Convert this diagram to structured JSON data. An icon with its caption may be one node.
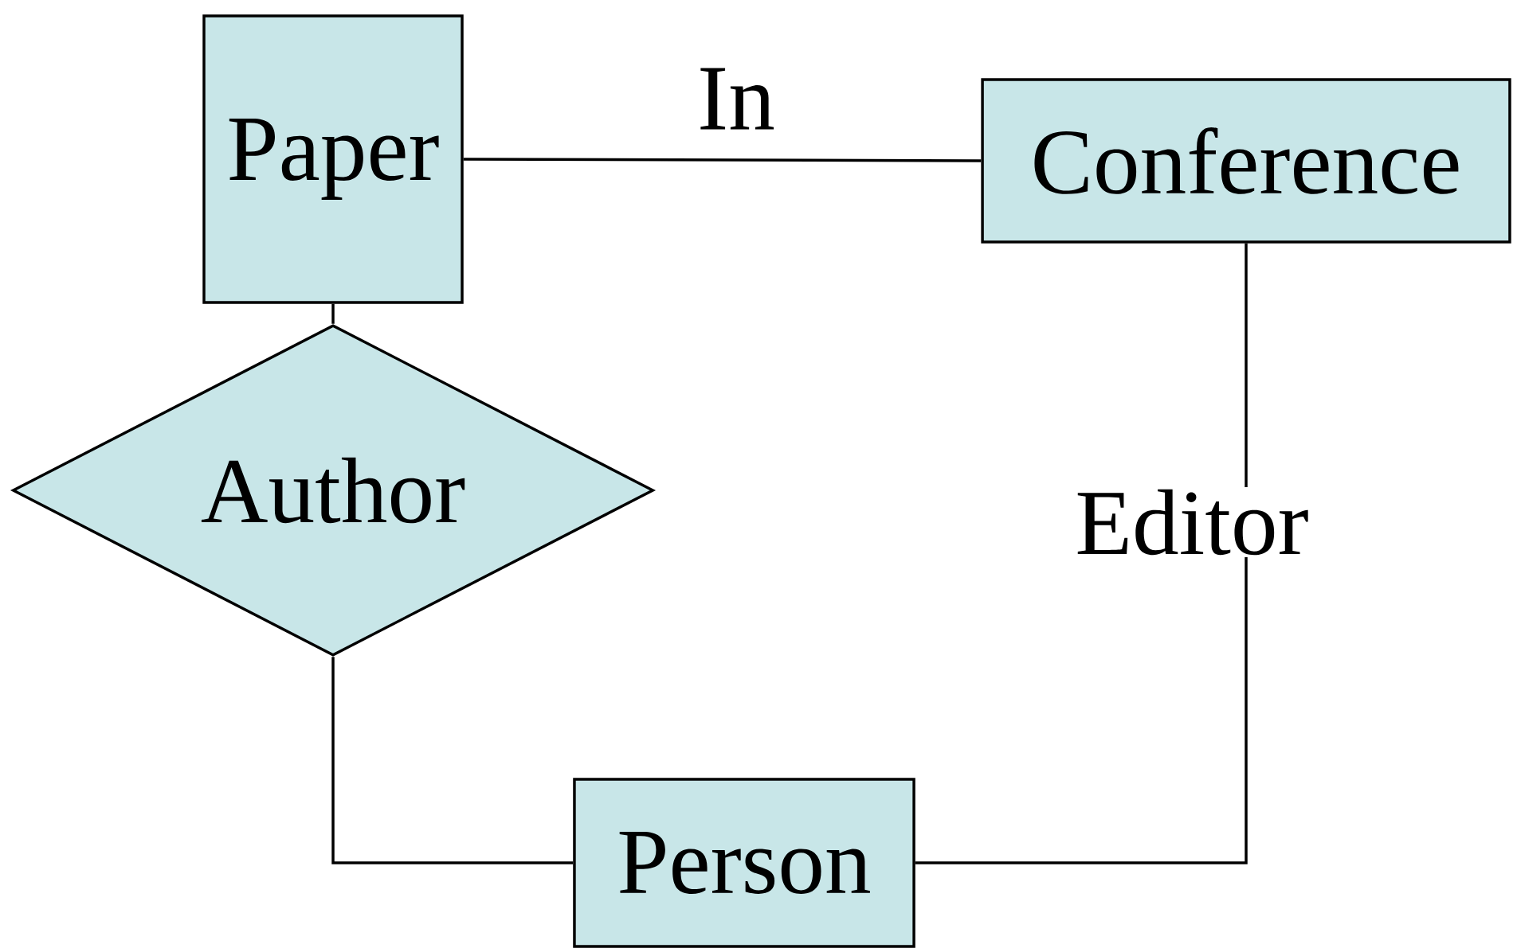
{
  "diagram": {
    "nodes": [
      {
        "text": [
          "Paper"
        ]
      },
      {
        "text": [
          "Conference"
        ]
      },
      {
        "text": [
          "Author"
        ]
      },
      {
        "text": [
          "Person"
        ]
      }
    ],
    "edges": [
      {
        "from": 0,
        "to": 1,
        "arrow": "none",
        "label": "In"
      },
      {
        "from": 0,
        "to": 2,
        "arrow": "none"
      },
      {
        "from": 2,
        "to": 3,
        "arrow": "none"
      },
      {
        "from": 1,
        "to": 3,
        "arrow": "none",
        "label": "Editor"
      }
    ]
  }
}
